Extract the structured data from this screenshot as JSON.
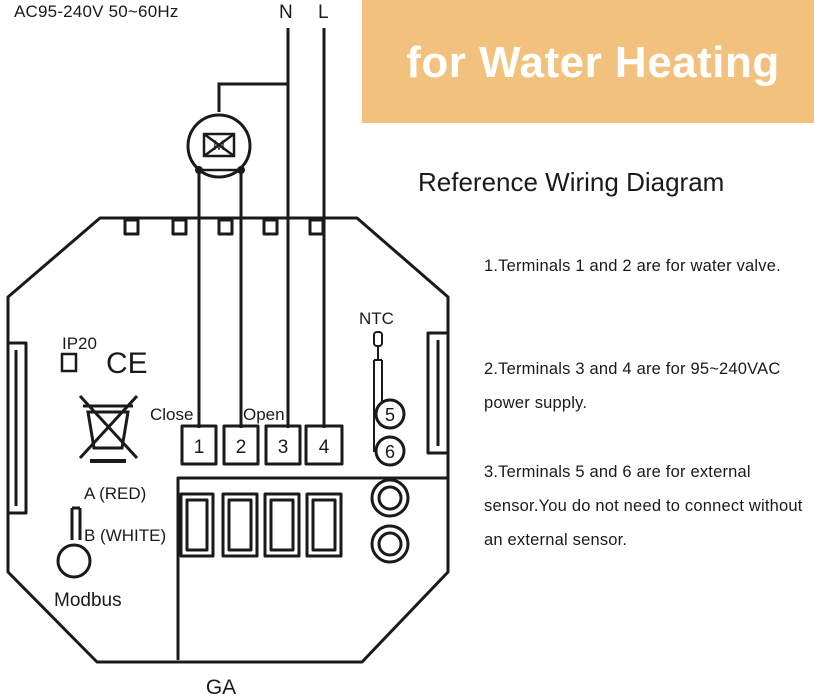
{
  "power_supply": "AC95-240V  50~60Hz",
  "lines": {
    "neutral": "N",
    "live": "L"
  },
  "banner_text": "for Water Heating",
  "diagram_title": "Reference Wiring Diagram",
  "notes": [
    "1.Terminals 1 and 2 are for water valve.",
    "2.Terminals 3 and 4 are for 95~240VAC power supply.",
    "3.Terminals 5 and 6 are for external sensor.You do not need to connect without an external sensor."
  ],
  "valve_motor_symbol": "M",
  "device": {
    "ip_rating": "IP20",
    "ce_mark": "CE",
    "close_label": "Close",
    "open_label": "Open",
    "terminals": [
      "1",
      "2",
      "3",
      "4"
    ],
    "ntc_label": "NTC",
    "sensor_terminals": [
      "5",
      "6"
    ],
    "modbus_a": "A (RED)",
    "modbus_b": "B (WHITE)",
    "modbus_label": "Modbus",
    "model_label": "GA"
  },
  "colors": {
    "banner": "#f1c17d",
    "banner_text": "#ffffff",
    "line": "#1a1a1a"
  },
  "icons": [
    "valve-motor-icon",
    "ce-mark-icon",
    "weee-bin-icon",
    "ntc-sensor-icon",
    "modbus-connector-icon"
  ]
}
